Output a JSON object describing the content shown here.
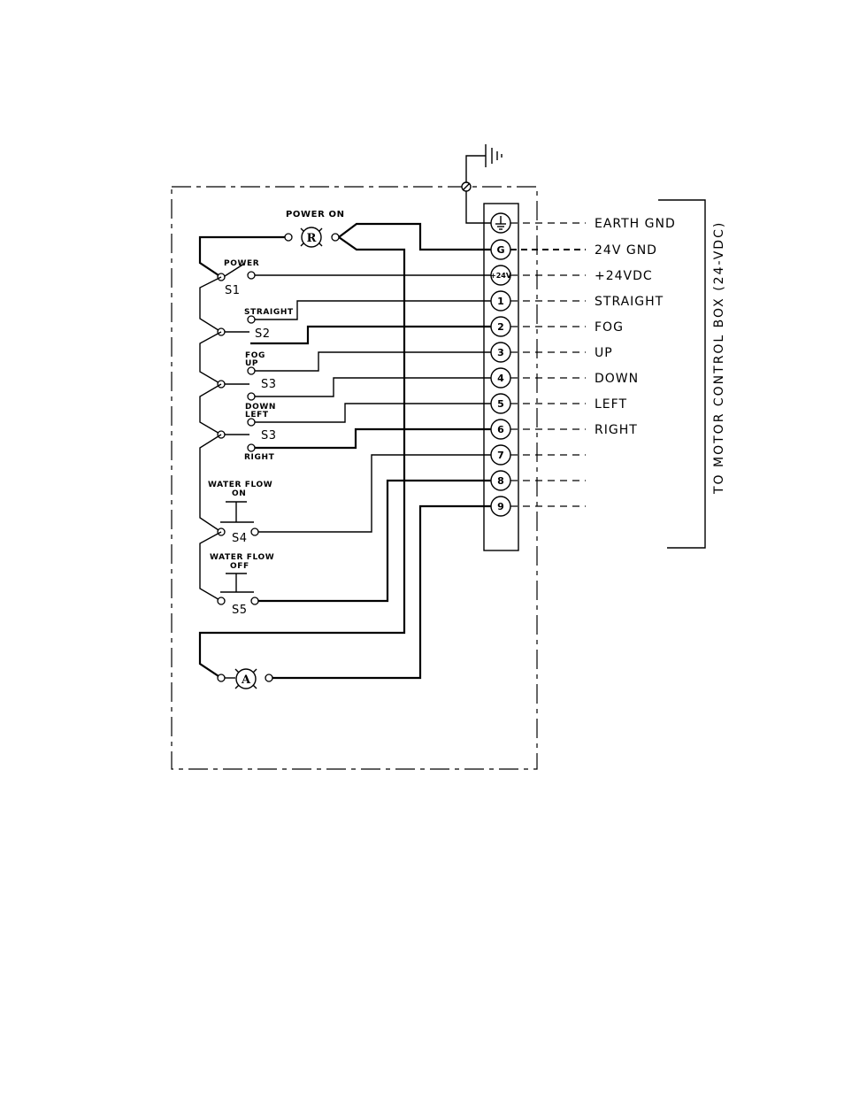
{
  "lamps": {
    "power_on": {
      "symbol": "R",
      "label": "POWER ON"
    },
    "ammeter": {
      "symbol": "A"
    }
  },
  "switches": {
    "s1": {
      "name": "S1",
      "label": "POWER"
    },
    "s2": {
      "name": "S2",
      "label": "STRAIGHT"
    },
    "s3a": {
      "name": "S3",
      "label_top": "FOG",
      "label_bottom": "UP"
    },
    "s3b": {
      "name": "S3",
      "label_top": "DOWN",
      "label_bottom": "LEFT"
    },
    "s3c": {
      "label": "RIGHT"
    },
    "s4": {
      "name": "S4",
      "label_line1": "WATER FLOW",
      "label_line2": "ON"
    },
    "s5": {
      "name": "S5",
      "label_line1": "WATER FLOW",
      "label_line2": "OFF"
    }
  },
  "terminals": [
    {
      "id": "earth",
      "label": "⏚",
      "signal": "EARTH GND"
    },
    {
      "id": "g",
      "label": "G",
      "signal": "24V GND"
    },
    {
      "id": "p24",
      "label": "+24V",
      "signal": "+24VDC"
    },
    {
      "id": "t1",
      "label": "1",
      "signal": "STRAIGHT"
    },
    {
      "id": "t2",
      "label": "2",
      "signal": "FOG"
    },
    {
      "id": "t3",
      "label": "3",
      "signal": "UP"
    },
    {
      "id": "t4",
      "label": "4",
      "signal": "DOWN"
    },
    {
      "id": "t5",
      "label": "5",
      "signal": "LEFT"
    },
    {
      "id": "t6",
      "label": "6",
      "signal": "RIGHT"
    },
    {
      "id": "t7",
      "label": "7",
      "signal": ""
    },
    {
      "id": "t8",
      "label": "8",
      "signal": ""
    },
    {
      "id": "t9",
      "label": "9",
      "signal": ""
    }
  ],
  "motor_box_label": "TO MOTOR CONTROL BOX (24-VDC)"
}
